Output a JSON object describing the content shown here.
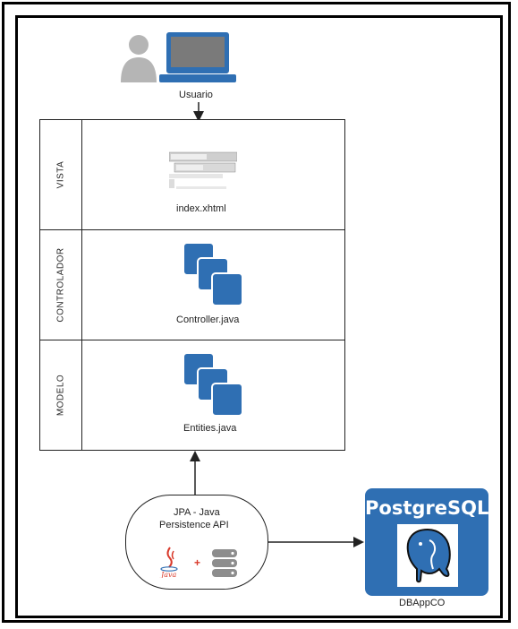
{
  "user": {
    "label": "Usuario",
    "avatar_icon": "person-icon",
    "laptop_icon": "laptop-icon"
  },
  "layers": [
    {
      "name": "VISTA",
      "file": "index.xhtml",
      "icon": "web-page-icon"
    },
    {
      "name": "CONTROLADOR",
      "file": "Controller.java",
      "icon": "stacked-files-icon"
    },
    {
      "name": "MODELO",
      "file": "Entities.java",
      "icon": "stacked-files-icon"
    }
  ],
  "jpa": {
    "line1": "JPA - Java",
    "line2": "Persistence API",
    "plus": "+",
    "java_icon": "java-icon",
    "db_icon": "database-icon"
  },
  "postgres": {
    "title": "PostgreSQL",
    "db_label": "DBAppCO",
    "logo_icon": "elephant-icon"
  },
  "colors": {
    "laptop": "#2f6fb3",
    "files": "#2f6fb3",
    "postgres": "#2f6fb3",
    "java_red": "#d93a2b",
    "line": "#222222"
  }
}
